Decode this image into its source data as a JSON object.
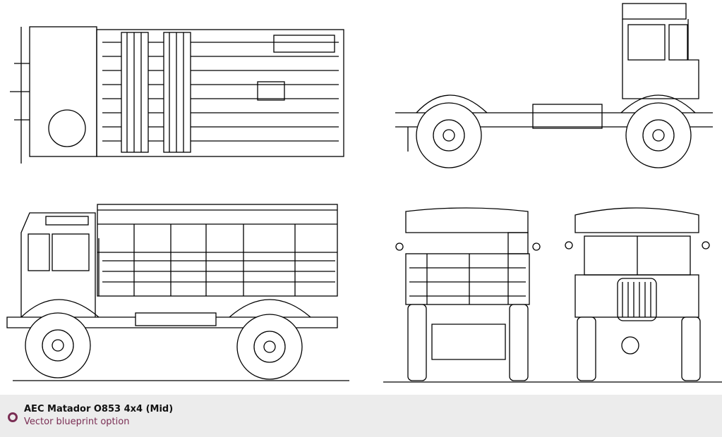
{
  "caption": {
    "title": "AEC Matador O853 4x4 (Mid)",
    "subtitle": "Vector blueprint option",
    "accent_color": "#7a2e54",
    "icon": "ring-icon"
  },
  "blueprint": {
    "views": [
      "top-view",
      "chassis-side-view",
      "side-view",
      "rear-view",
      "front-view"
    ]
  }
}
